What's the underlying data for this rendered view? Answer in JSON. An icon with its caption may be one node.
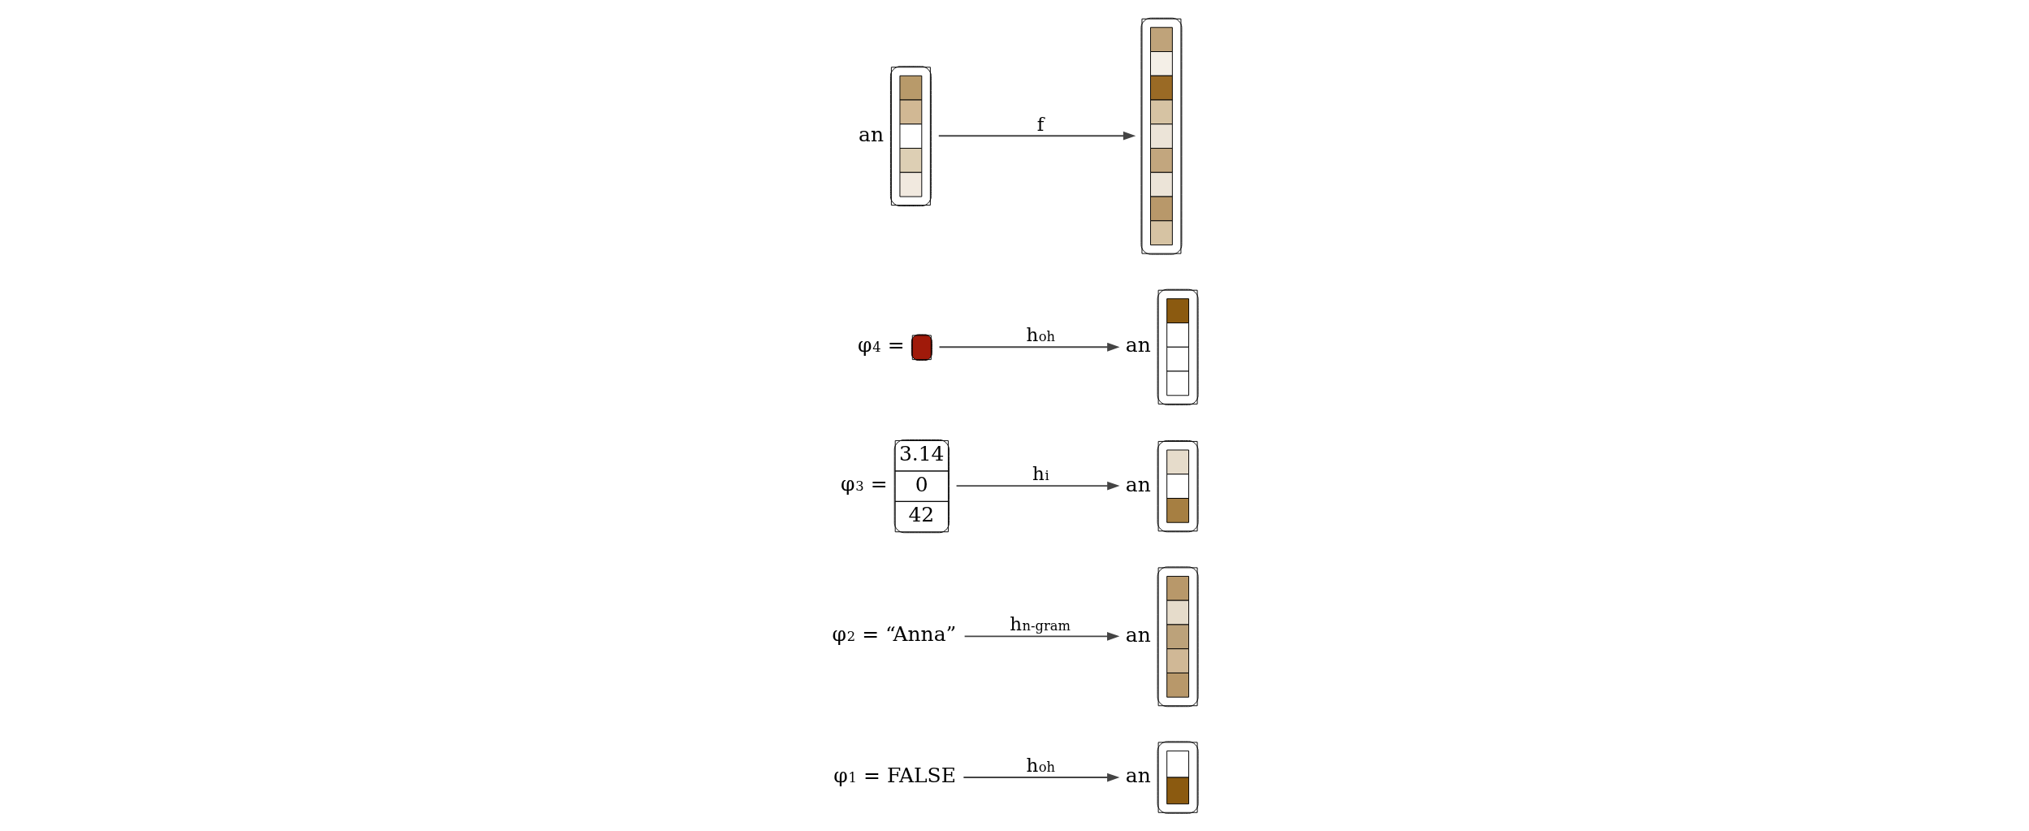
{
  "diagram": {
    "nodes": [
      {
        "text": [
          "φ$_{1}$ = FALSE"
        ]
      },
      {
        "text": [
          "an"
        ]
      },
      {
        "text": [
          "φ$_{2}$ = “Anna”"
        ]
      },
      {
        "text": [
          "an"
        ]
      },
      {
        "text": [
          "φ$_{3}$ =",
          "3.14",
          "0",
          "42"
        ]
      },
      {
        "text": [
          "an"
        ]
      },
      {
        "text": [
          "φ$_{4}$ ="
        ]
      },
      {
        "text": [
          "an"
        ]
      },
      {
        "text": [
          "an"
        ]
      },
      {
        "text": [],
        "shape": "bar"
      }
    ],
    "edges": [
      {
        "from": 0,
        "to": 1,
        "arrow": "to",
        "label": "h$_{oh}$"
      },
      {
        "from": 2,
        "to": 3,
        "arrow": "to",
        "label": "h$_{n-gram}$"
      },
      {
        "from": 4,
        "to": 5,
        "arrow": "to",
        "label": "h$_{i}$"
      },
      {
        "from": 6,
        "to": 7,
        "arrow": "to",
        "label": "h$_{oh}$"
      },
      {
        "from": 8,
        "to": 9,
        "arrow": "to",
        "label": "f"
      }
    ]
  }
}
